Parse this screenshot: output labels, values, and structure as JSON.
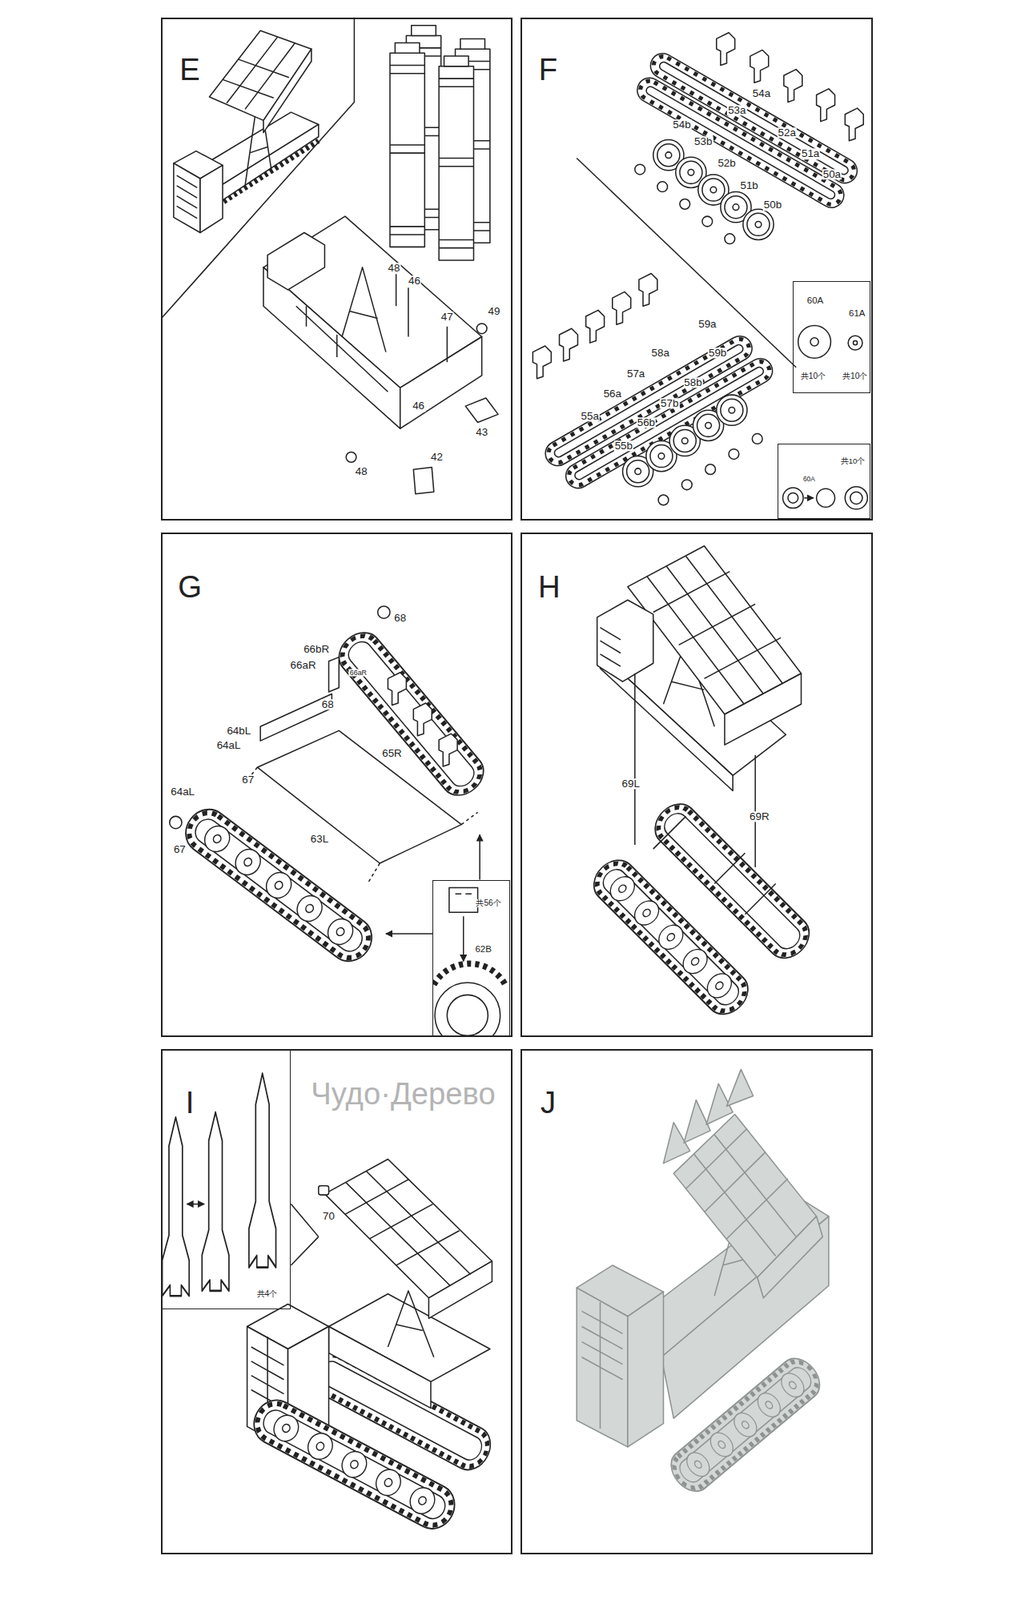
{
  "diagram": {
    "nodes": [
      {
        "text": [
          "E"
        ]
      },
      {
        "text": [
          "F"
        ]
      },
      {
        "text": [
          "60A",
          "61A",
          "共10个",
          "共10个"
        ],
        "in": 1
      },
      {
        "text": [
          "共10个",
          "60A"
        ],
        "in": 1
      },
      {
        "text": [
          "G"
        ]
      },
      {
        "text": [
          "共56个",
          "62B"
        ],
        "in": 4
      },
      {
        "text": [
          "H"
        ]
      },
      {
        "text": [
          "I"
        ]
      },
      {
        "text": [
          "共4个"
        ],
        "in": 7
      },
      {
        "text": [
          "J"
        ]
      }
    ],
    "labels": [
      "48",
      "46",
      "47",
      "49",
      "46",
      "43",
      "48",
      "42",
      "54a",
      "54b",
      "53a",
      "53b",
      "52a",
      "52b",
      "51a",
      "51b",
      "50a",
      "50b",
      "59a",
      "59b",
      "58a",
      "58b",
      "57a",
      "57b",
      "56a",
      "56b",
      "55a",
      "55b",
      "68",
      "66bR",
      "66aR",
      "66aR",
      "68",
      "64bL",
      "64aL",
      "67",
      "65R",
      "64aL",
      "67",
      "63L",
      "69L",
      "69R",
      "70",
      "Чудо·Дерево"
    ]
  }
}
